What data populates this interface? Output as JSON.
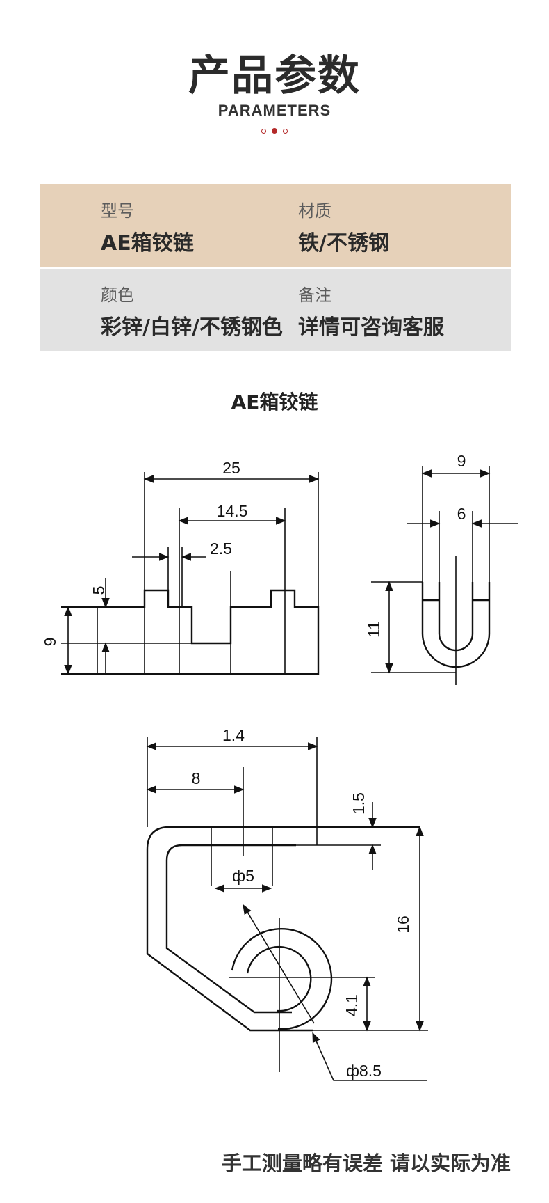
{
  "header": {
    "title": "产品参数",
    "subtitle": "PARAMETERS"
  },
  "params": {
    "model_label": "型号",
    "model_value": "AE箱铰链",
    "material_label": "材质",
    "material_value": "铁/不锈钢",
    "color_label": "颜色",
    "color_value": "彩锌/白锌/不锈钢色",
    "remark_label": "备注",
    "remark_value": "详情可咨询客服"
  },
  "drawing": {
    "title": "AE箱铰链",
    "dims": {
      "d25": "25",
      "d14_5": "14.5",
      "d2_5": "2.5",
      "d5": "5",
      "d9a": "9",
      "d9b": "9",
      "d6": "6",
      "d11": "11",
      "d1_4": "1.4",
      "d8": "8",
      "d1_5": "1.5",
      "phi5": "ф5",
      "d16": "16",
      "d4_1": "4.1",
      "phi8_5": "ф8.5"
    }
  },
  "footer": {
    "note": "手工测量略有误差 请以实际为准"
  },
  "colors": {
    "accent_red": "#b42a2a",
    "band_tan": "#e6d1b9",
    "band_gray": "#e2e2e2"
  }
}
